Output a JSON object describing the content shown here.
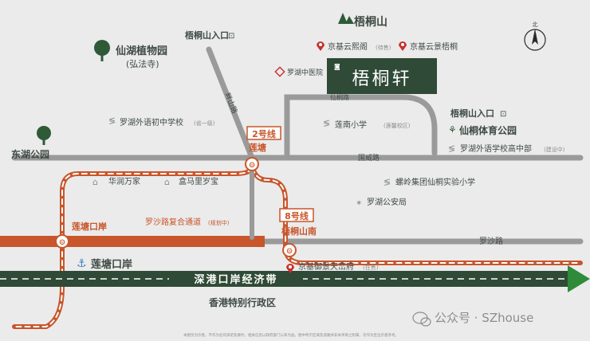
{
  "title": "梧桐轩",
  "colors": {
    "background": "#ebebeb",
    "road": "#9a9a9a",
    "metro_line": "#c8552b",
    "corridor": "#c8552b",
    "economic_belt": "#2f4a36",
    "belt_arrow": "#2f8a3a",
    "logo_bg": "#2f4a36",
    "pin": "#c8302b"
  },
  "labels": {
    "wutong_mountain": "梧桐山",
    "wutong_entrance_top": "梧桐山入口",
    "jingji_yunxi": "京基云熙阁",
    "jingji_yunxi_note": "(待售)",
    "jingji_yunjing": "京基云景梧桐",
    "botanical_garden": "仙湖植物园",
    "hongfa_temple": "(弘法寺)",
    "luohu_tcm": "罗湖中医院",
    "pan_shan_road": "畔山路",
    "xiantong_road": "仙桐路",
    "luohu_foreign_junior": "罗湖外语初中学校",
    "luohu_foreign_junior_note": "(省一级)",
    "liannan_primary": "莲南小学",
    "liannan_primary_note": "(莲馨校区)",
    "wutong_entrance_right": "梧桐山入口",
    "xiantong_sports": "仙桐体育公园",
    "luohu_foreign_high": "罗湖外语学校高中部",
    "luohu_foreign_high_note": "(建设中)",
    "donghu_park": "东湖公园",
    "line2": "2号线",
    "liantang_station": "莲塘",
    "guowei_road": "国威路",
    "huarun_wanjia": "华润万家",
    "hemaxiansheng": "盒马里岁宝",
    "luoling_school": "螺岭集团仙桐实验小学",
    "luohu_police": "罗湖公安局",
    "luosha_corridor": "罗沙路复合通道",
    "luosha_corridor_note": "(规划中)",
    "line8": "8号线",
    "wutong_south": "梧桐山南",
    "liantang_port_station": "莲塘口岸",
    "luosha_road": "罗沙路",
    "liantang_port": "莲塘口岸",
    "jingji_yujing": "京基御景天峦府",
    "jingji_yujing_note": "(在售)",
    "economic_belt": "深港口岸经济带",
    "hk_sar": "香港特别行政区",
    "north": "北",
    "watermark": "公众号 · SZhouse",
    "disclaimer": "本图仅为示意，不作为任何承诺及要约，相关信息以政府部门公布为准，图中所示区域及道路并非本项目之附属，仅作为区位示意参考。"
  },
  "icons": {
    "wutong_mountain": "mountain-icon",
    "botanical_garden": "tree-icon",
    "donghu_park": "tree-icon",
    "entrance": "gate-icon",
    "jingji_pins": "location-pin-icon",
    "hospital": "hospital-icon",
    "school": "school-icon",
    "sports_park": "sports-icon",
    "shop": "shop-icon",
    "police": "police-icon",
    "port": "anchor-icon",
    "metro": "metro-icon",
    "compass": "compass-icon",
    "watermark": "wechat-icon"
  }
}
